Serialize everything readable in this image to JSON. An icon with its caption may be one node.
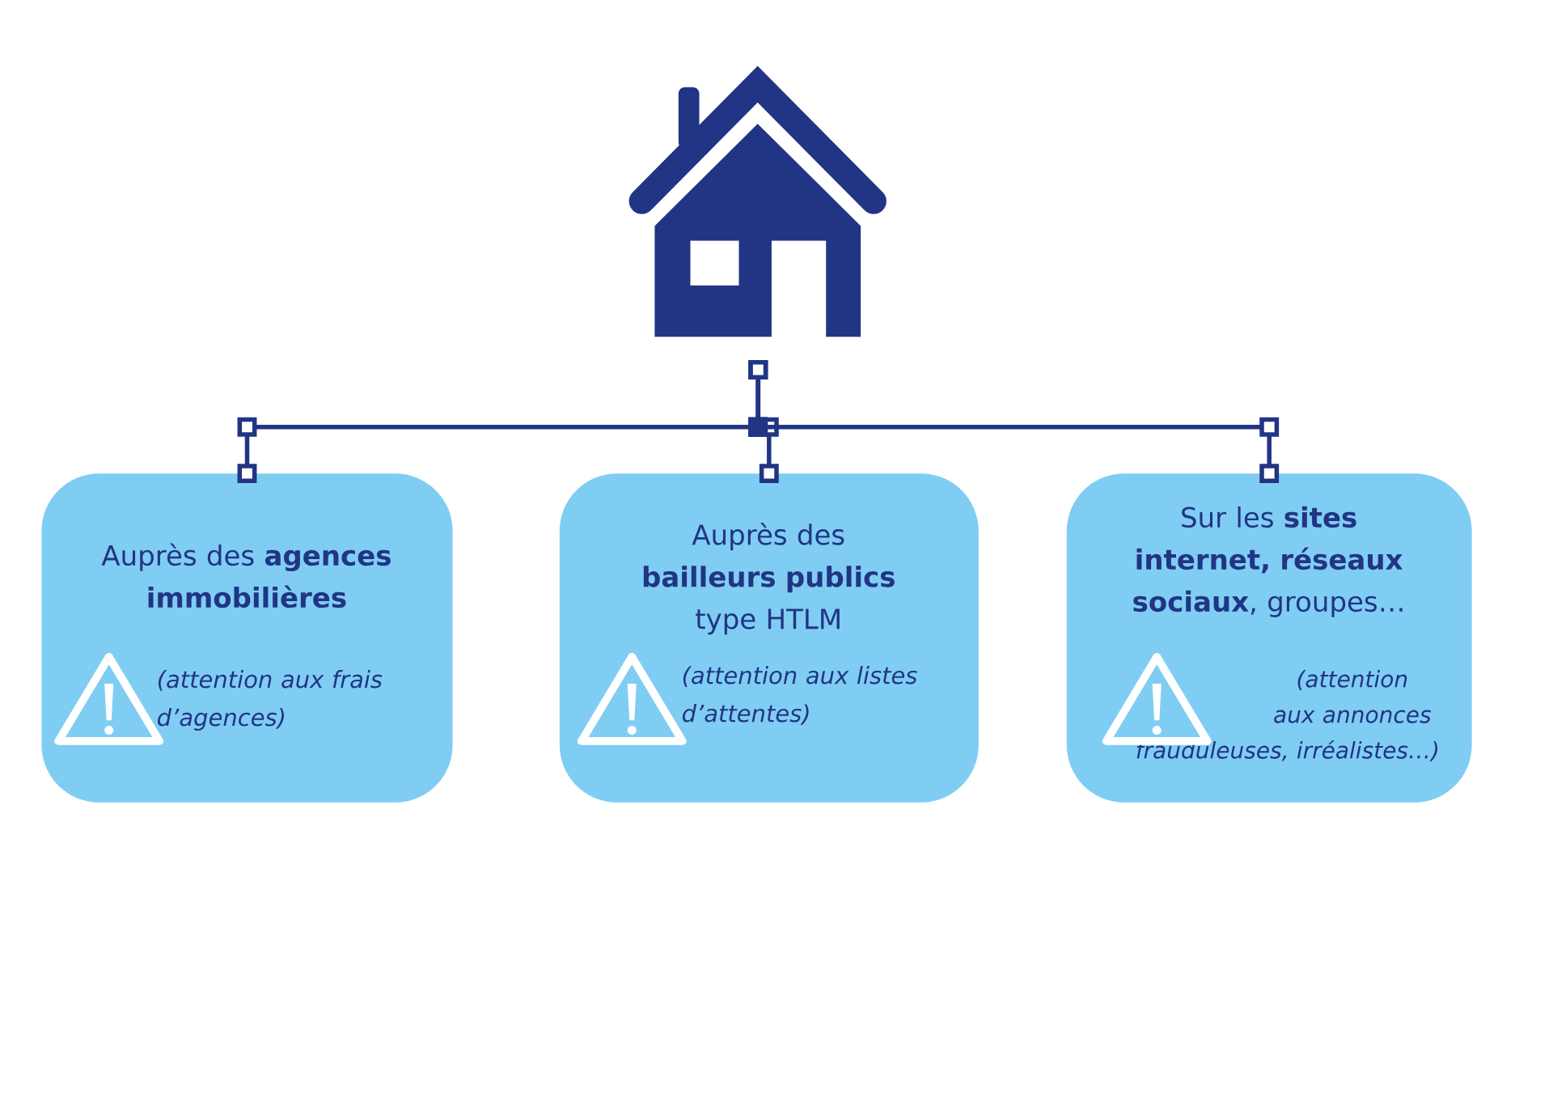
{
  "diagram": {
    "nodes": [
      {
        "text": [],
        "shape": "picture"
      },
      {
        "text": [
          "Auprès des **agences immobilières**",
          "(attention aux frais d’agences)"
        ]
      },
      {
        "text": [
          "Auprès des **bailleurs publics** type HTLM",
          "(attention aux listes d’attentes)"
        ]
      },
      {
        "text": [
          "Sur les **sites internet, réseaux sociaux**, groupes…",
          "(attention aux annonces frauduleuses, irréalistes…)"
        ]
      }
    ],
    "edges": [
      {
        "from": 0,
        "to": 1,
        "arrow": "other"
      },
      {
        "from": 0,
        "to": 2,
        "arrow": "other"
      },
      {
        "from": 0,
        "to": 3,
        "arrow": "other"
      }
    ]
  }
}
